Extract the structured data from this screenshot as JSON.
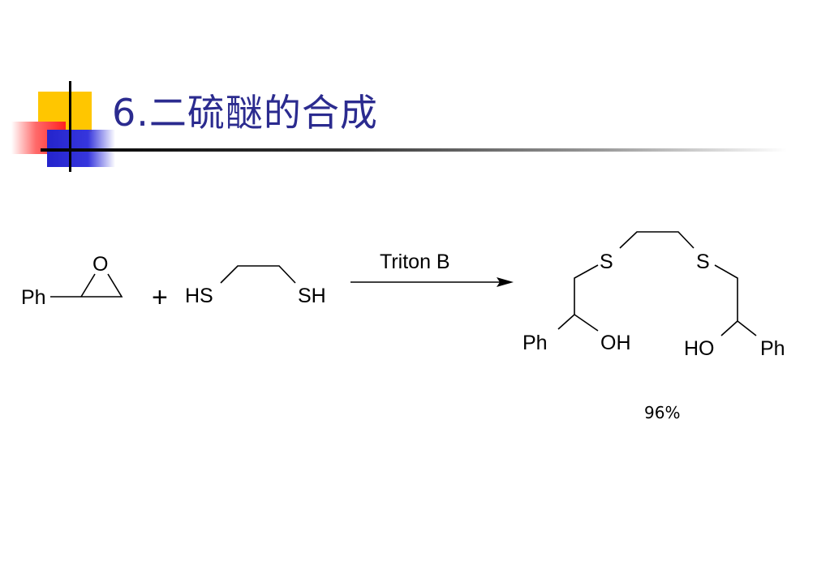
{
  "slide": {
    "title": "6.二硫醚的合成"
  },
  "scheme": {
    "reactant1": {
      "ph": "Ph",
      "o": "O"
    },
    "plus": "+",
    "reactant2": {
      "left": "HS",
      "right": "SH"
    },
    "reagent": "Triton B",
    "product": {
      "s_left": "S",
      "s_right": "S",
      "ph_left": "Ph",
      "oh_left": "OH",
      "ho_right": "HO",
      "ph_right": "Ph"
    },
    "yield": "96%"
  },
  "colors": {
    "title": "#2b2b8f",
    "accent_yellow": "#ffc600",
    "accent_red": "#ff2020",
    "accent_blue": "#2424cc"
  }
}
